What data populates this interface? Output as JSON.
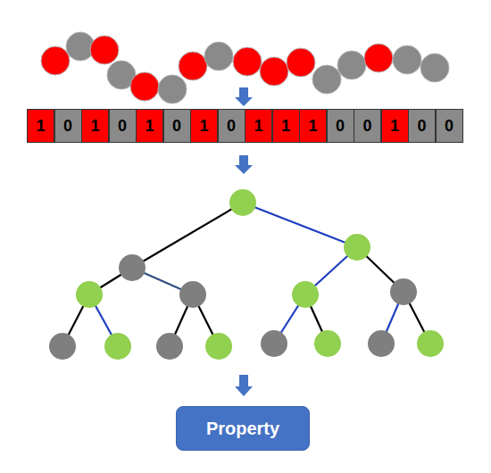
{
  "diagram": {
    "nodes": [
      {
        "text": [
          "1"
        ]
      },
      {
        "text": [
          "0"
        ]
      },
      {
        "text": [
          "1"
        ]
      },
      {
        "text": [
          "0"
        ]
      },
      {
        "text": [
          "1"
        ]
      },
      {
        "text": [
          "0"
        ]
      },
      {
        "text": [
          "1"
        ]
      },
      {
        "text": [
          "0"
        ]
      },
      {
        "text": [
          "1"
        ]
      },
      {
        "text": [
          "1"
        ]
      },
      {
        "text": [
          "1"
        ]
      },
      {
        "text": [
          "0"
        ]
      },
      {
        "text": [
          "0"
        ]
      },
      {
        "text": [
          "1"
        ]
      },
      {
        "text": [
          "0"
        ]
      },
      {
        "text": [
          "0"
        ]
      },
      {
        "text": [
          "Property"
        ]
      }
    ]
  }
}
